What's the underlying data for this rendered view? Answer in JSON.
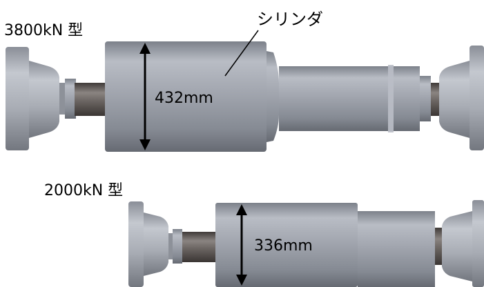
{
  "labels": {
    "model_top": "3800kN 型",
    "model_bottom": "2000kN 型",
    "cylinder": "シリンダ",
    "dim_top": "432mm",
    "dim_bottom": "336mm"
  },
  "colors": {
    "body": "#9a9ea8",
    "body_light": "#c0c4cc",
    "body_dark": "#6e737c",
    "rod": "#5a5552",
    "arrow": "#000000"
  }
}
